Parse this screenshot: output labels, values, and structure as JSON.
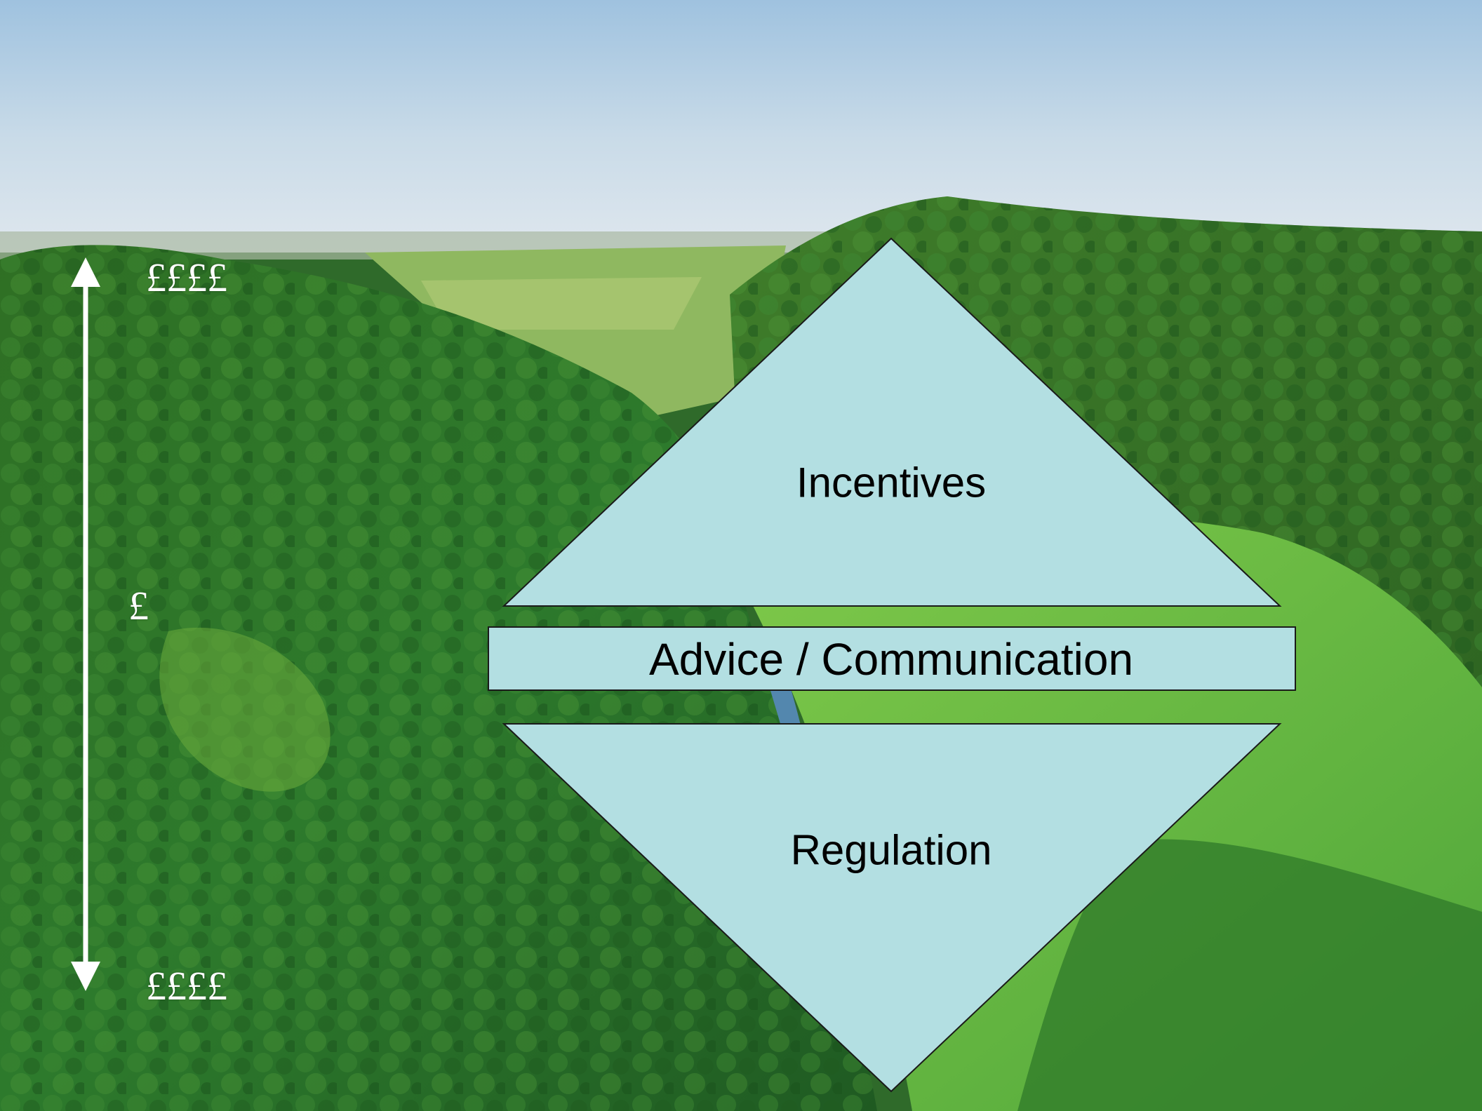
{
  "diagram": {
    "top_triangle": {
      "label": "Incentives"
    },
    "middle_bar": {
      "label": "Advice / Communication"
    },
    "bottom_triangle": {
      "label": "Regulation"
    }
  },
  "cost_scale": {
    "top_label": "££££",
    "middle_label": "£",
    "bottom_label": "££££"
  },
  "colors": {
    "shape_fill": "#b3dfe2",
    "shape_stroke": "#1a1a1a",
    "arrow": "#ffffff"
  },
  "background": {
    "description_icon": "forested-valley-photo"
  }
}
